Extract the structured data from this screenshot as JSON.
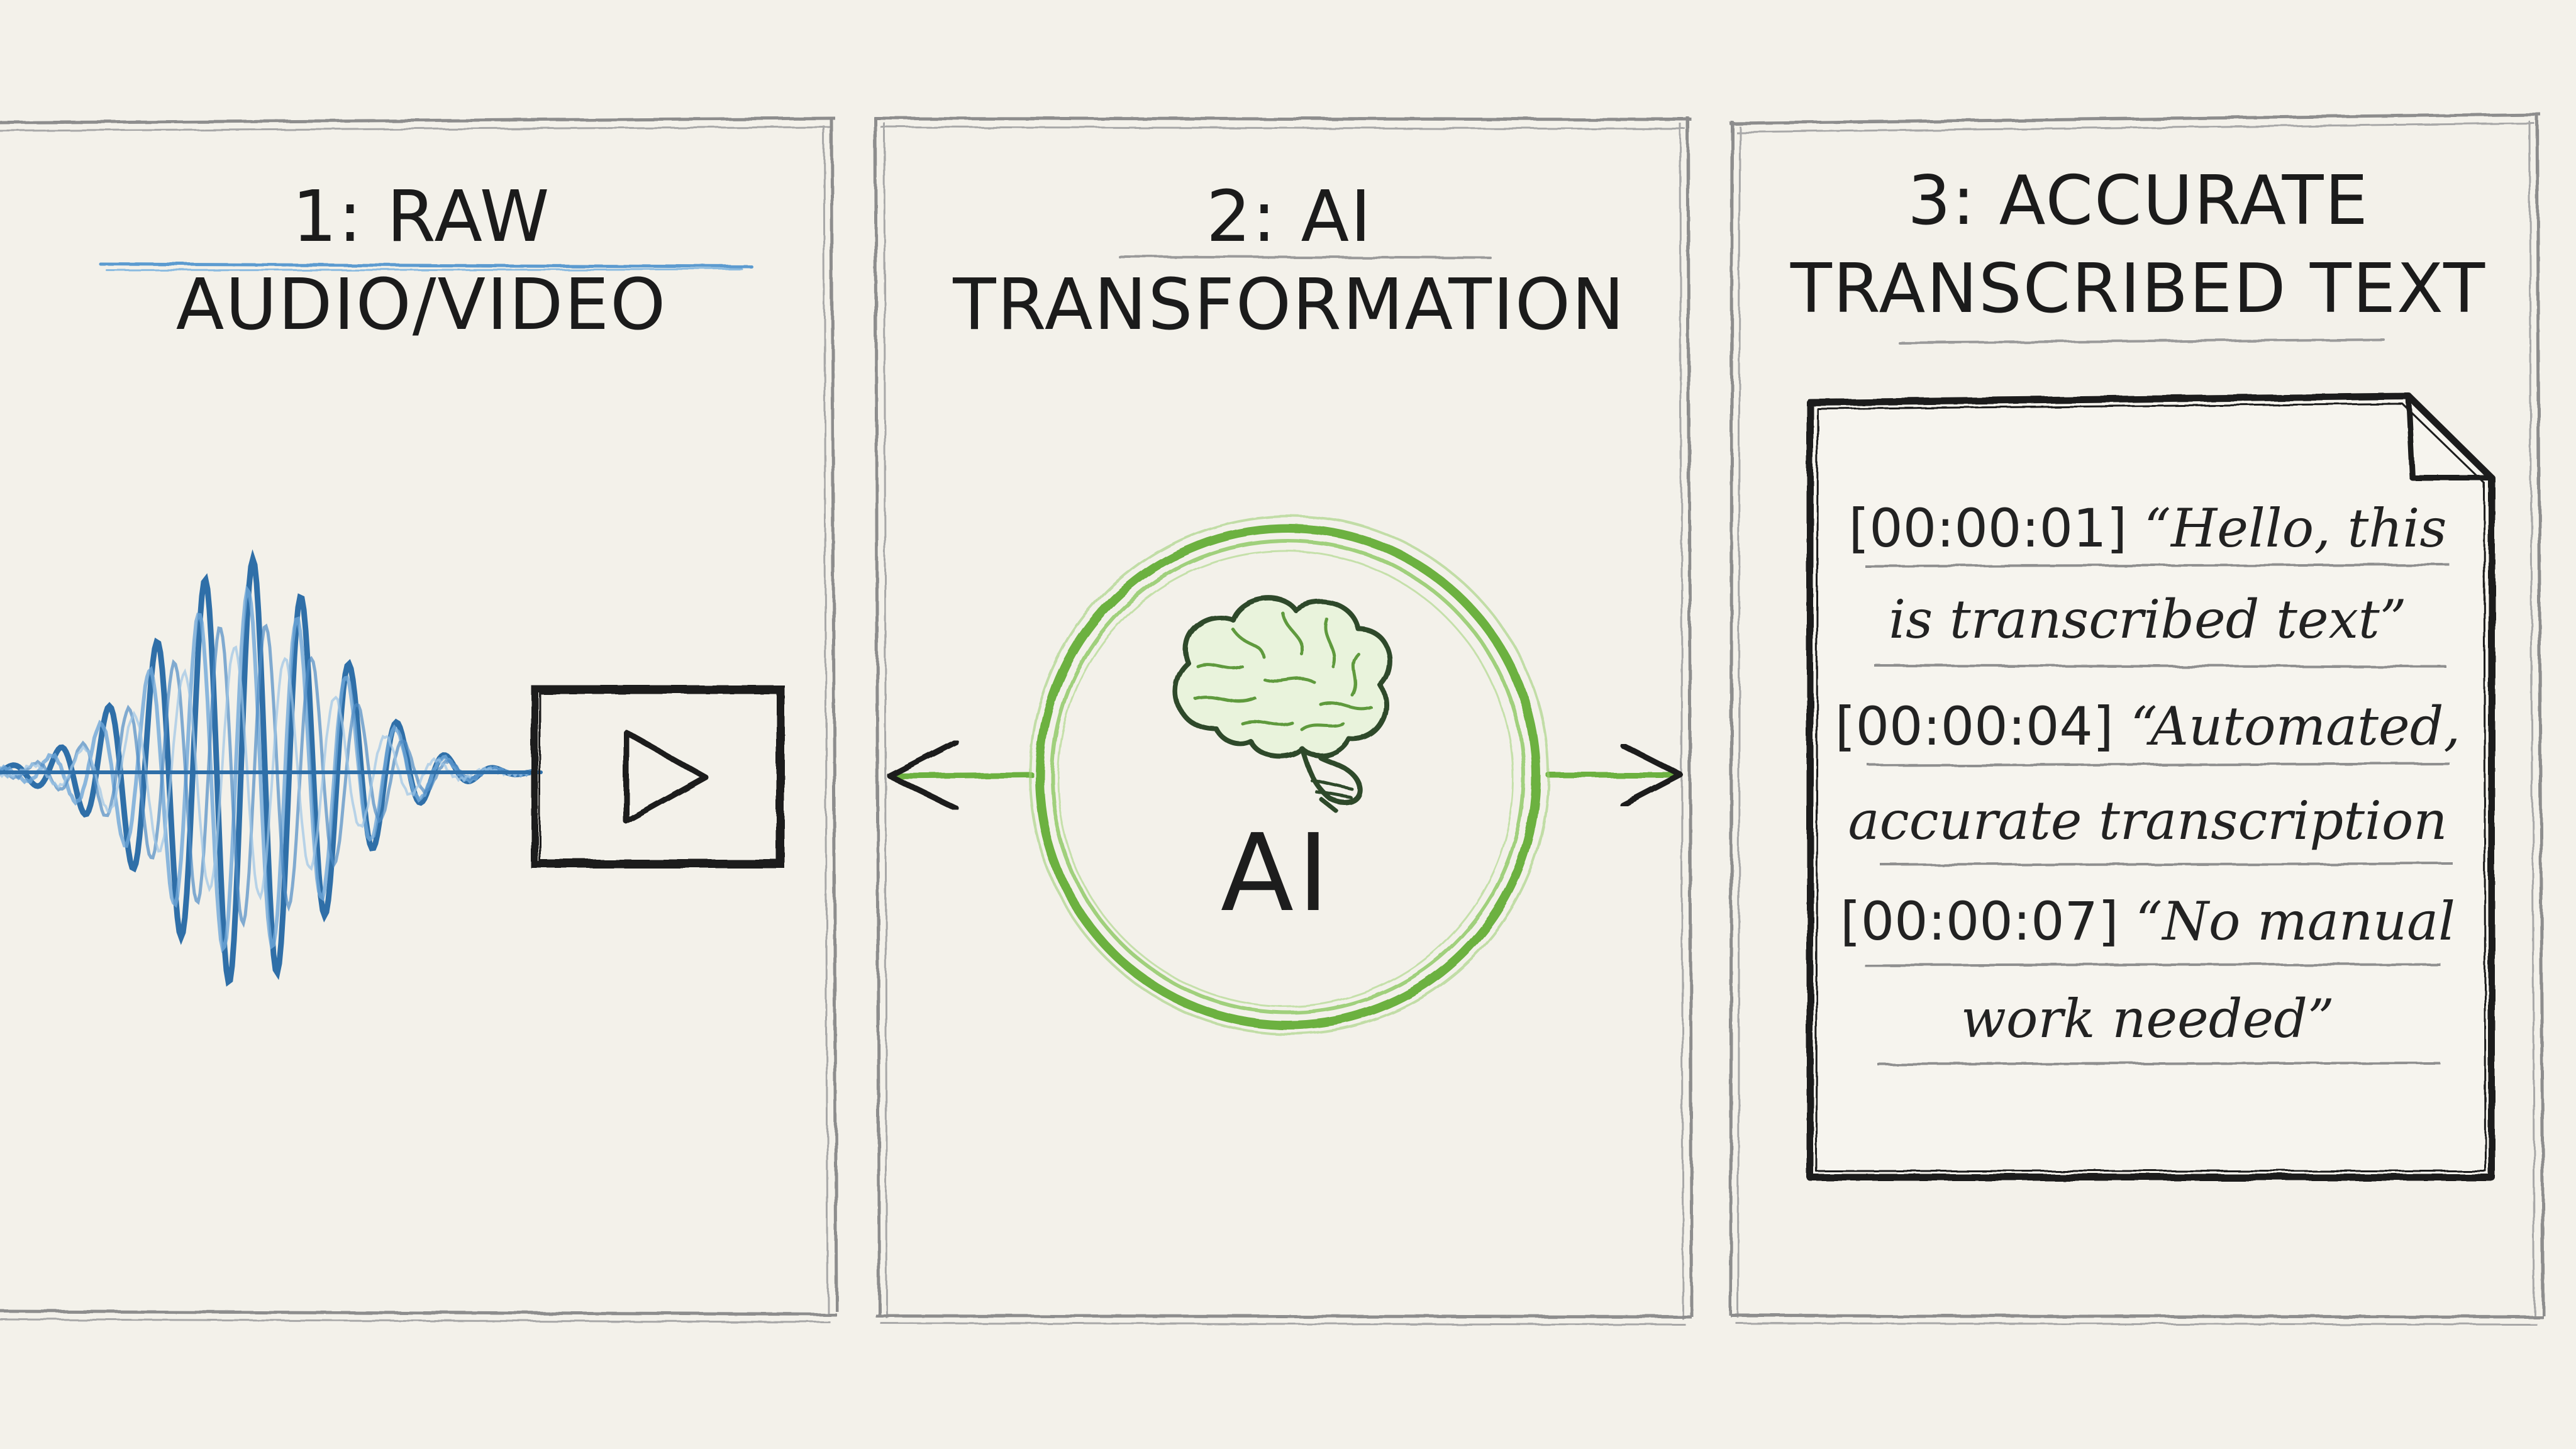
{
  "panels": [
    {
      "title": "1: RAW AUDIO/VIDEO"
    },
    {
      "title": "2: AI TRANSFORMATION",
      "center_label": "AI"
    },
    {
      "title_line1": "3: ACCURATE",
      "title_line2": "TRANSCRIBED TEXT"
    }
  ],
  "transcript": [
    {
      "ts": "[00:00:01]",
      "l1": "“Hello, this",
      "l2": "is transcribed text”"
    },
    {
      "ts": "[00:00:04]",
      "l1": "“Automated,",
      "l2": "accurate transcription"
    },
    {
      "ts": "[00:00:07]",
      "l1": "“No manual",
      "l2": "work needed”"
    }
  ],
  "colors": {
    "paper": "#f3f1ea",
    "ink": "#1c1c1c",
    "wave_blue": "#2f6fa8",
    "ai_green": "#6cb13f"
  },
  "icons": [
    "waveform-icon",
    "video-play-icon",
    "brain-icon",
    "arrow-left-icon",
    "arrow-right-icon",
    "document-icon"
  ]
}
